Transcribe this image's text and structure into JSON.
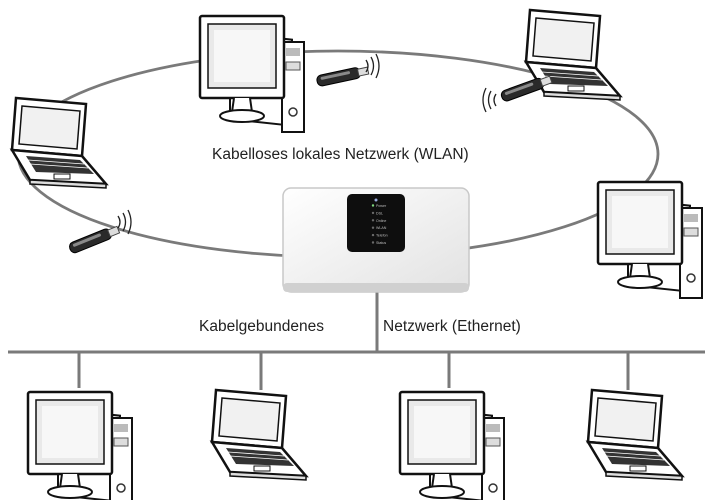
{
  "labels": {
    "wlan": "Kabelloses lokales Netzwerk (WLAN)",
    "lan_left": "Kabelgebundenes",
    "lan_right": "Netzwerk (Ethernet)"
  },
  "router": {
    "leds": [
      "Power",
      "DSL",
      "Online",
      "WLAN",
      "Telefon",
      "Status"
    ]
  },
  "wlan_devices": [
    "desktop-top",
    "laptop-top-right",
    "laptop-left",
    "desktop-right"
  ],
  "ethernet_devices": [
    "desktop",
    "laptop",
    "desktop",
    "laptop"
  ]
}
